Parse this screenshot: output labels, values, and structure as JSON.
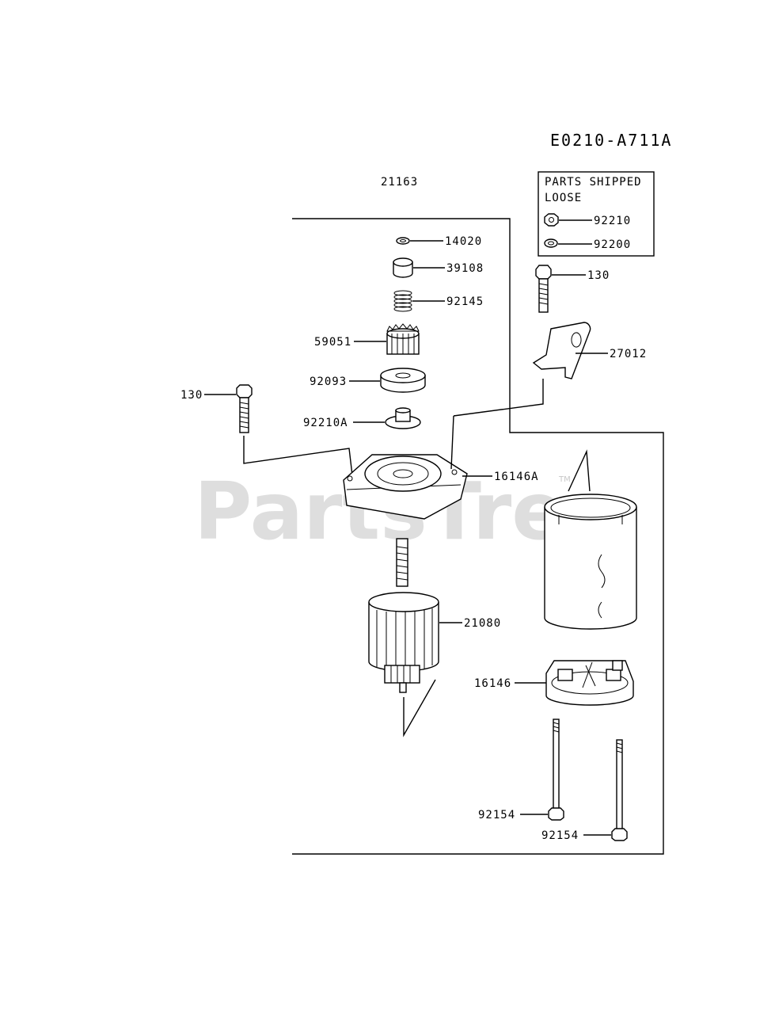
{
  "diagram_code": "E0210-A711A",
  "assembly_number": "21163",
  "loose_box": {
    "title_line1": "PARTS SHIPPED",
    "title_line2": "LOOSE",
    "items": [
      "92210",
      "92200"
    ]
  },
  "parts": {
    "p14020": "14020",
    "p39108": "39108",
    "p92145": "92145",
    "p59051": "59051",
    "p92093": "92093",
    "p92210A": "92210A",
    "p16146A": "16146A",
    "p130_left": "130",
    "p130_right": "130",
    "p27012": "27012",
    "p21080": "21080",
    "p16146": "16146",
    "p92154_a": "92154",
    "p92154_b": "92154"
  },
  "watermark": "PartsTree",
  "trademark": "TM"
}
